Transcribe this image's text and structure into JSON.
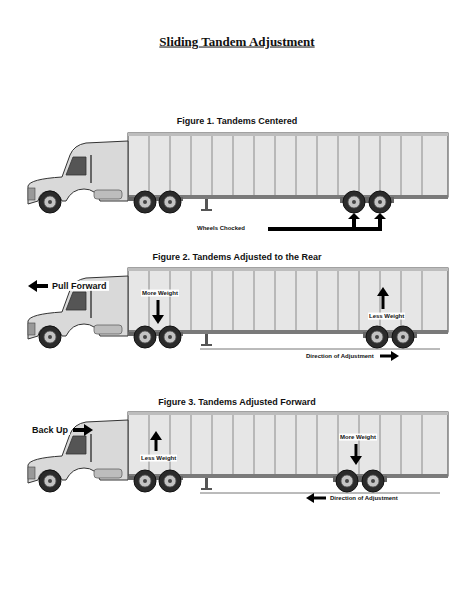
{
  "diagram": {
    "title": "Sliding Tandem Adjustment",
    "labels": [
      "Figure 1. Tandems Centered",
      "Wheels Chocked",
      "Figure 2. Tandems Adjusted to the Rear",
      "Pull Forward",
      "More Weight",
      "Less Weight",
      "Direction of Adjustment",
      "Figure 3. Tandems Adjusted Forward",
      "Back Up",
      "Less Weight",
      "More Weight",
      "Direction of Adjustment"
    ]
  }
}
